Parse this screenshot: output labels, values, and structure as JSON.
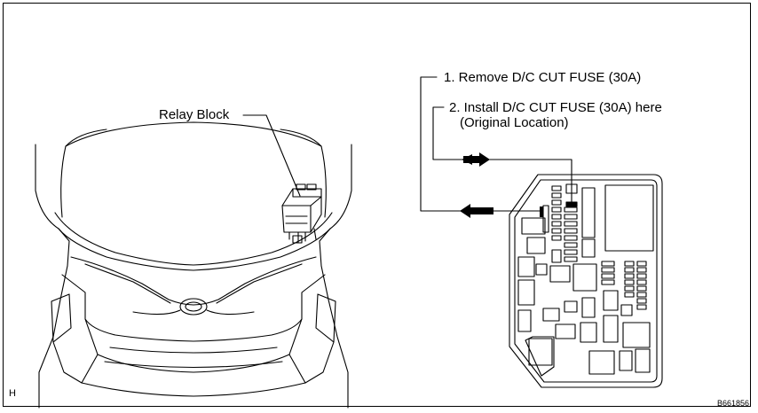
{
  "callouts": {
    "relay_block": "Relay Block",
    "step1": "1. Remove D/C CUT FUSE (30A)",
    "step2_line1": "2. Install D/C CUT FUSE (30A) here",
    "step2_line2": "(Original Location)"
  },
  "view_marker": "H",
  "figure_id": "B661856"
}
